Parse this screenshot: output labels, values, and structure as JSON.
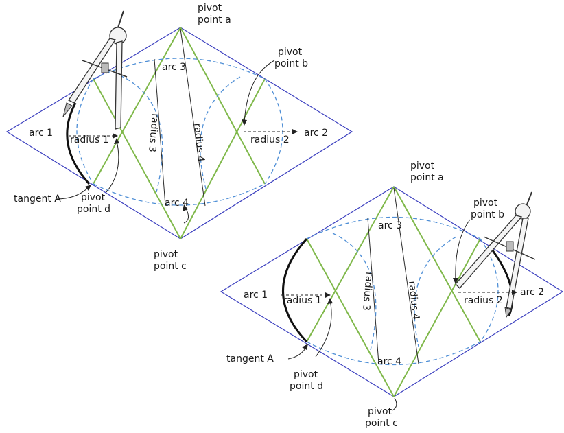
{
  "diagrams": [
    {
      "labels": {
        "pivot_a": [
          "pivot",
          "point a"
        ],
        "pivot_b": [
          "pivot",
          "point b"
        ],
        "pivot_c": [
          "pivot",
          "point c"
        ],
        "pivot_d": [
          "pivot",
          "point d"
        ],
        "arc1": "arc 1",
        "arc2": "arc 2",
        "arc3": "arc 3",
        "arc4": "arc 4",
        "radius1": "radius 1",
        "radius2": "radius 2",
        "radius3": "radius 3",
        "radius4": "radius 4",
        "tangent": "tangent A"
      }
    },
    {
      "labels": {
        "pivot_a": [
          "pivot",
          "point a"
        ],
        "pivot_b": [
          "pivot",
          "point b"
        ],
        "pivot_c": [
          "pivot",
          "point c"
        ],
        "pivot_d": [
          "pivot",
          "point d"
        ],
        "arc1": "arc 1",
        "arc2": "arc 2",
        "arc3": "arc 3",
        "arc4": "arc 4",
        "radius1": "radius 1",
        "radius2": "radius 2",
        "radius3": "radius 3",
        "radius4": "radius 4",
        "tangent": "tangent A"
      }
    }
  ],
  "colors": {
    "rhombus": "#3b3fbf",
    "construction_lines": "#7fb84a",
    "dashed_arcs": "#4f8fd6",
    "drawn_arc": "#111111"
  },
  "icons": [
    "compass-icon"
  ]
}
